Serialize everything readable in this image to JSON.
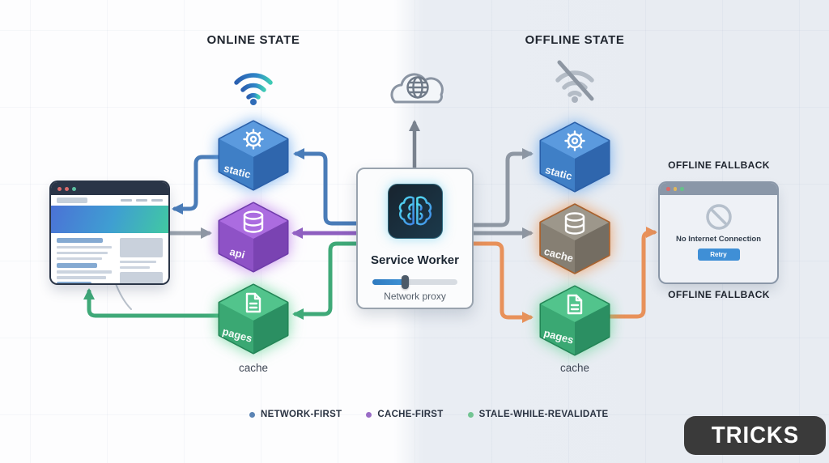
{
  "header": {
    "online_title": "ONLINE STATE",
    "offline_title": "OFFLINE STATE"
  },
  "icons": {
    "online": "wifi-icon",
    "offline": "wifi-off-icon",
    "network": "cloud-globe-icon",
    "worker": "brain-icon",
    "static": "gear-icon",
    "api": "database-icon",
    "pages": "document-icon",
    "fallback": "blocked-circle-icon"
  },
  "service_worker_card": {
    "title": "Service Worker",
    "subtitle": "Network proxy",
    "slider_value_pct": 38
  },
  "cache_groups": {
    "online": {
      "cubes": [
        {
          "label": "static",
          "icon": "gear-icon",
          "color": "#3a7bc8"
        },
        {
          "label": "api",
          "icon": "database-icon",
          "color": "#9255cc"
        },
        {
          "label": "pages",
          "icon": "document-icon",
          "color": "#38a874"
        }
      ],
      "caption": "cache"
    },
    "offline": {
      "cubes": [
        {
          "label": "static",
          "icon": "gear-icon",
          "color": "#3a7bc8"
        },
        {
          "label": "cache",
          "icon": "database-icon",
          "color": "#8b8478",
          "accent": "#b05f2a"
        },
        {
          "label": "pages",
          "icon": "document-icon",
          "color": "#38a874"
        }
      ],
      "caption": "cache"
    }
  },
  "offline_fallback": {
    "title_top": "OFFLINE FALLBACK",
    "title_bottom": "OFFLINE FALLBACK",
    "message": "No Internet Connection",
    "retry_label": "Retry"
  },
  "legend": {
    "items": [
      {
        "label": "NETWORK-FIRST",
        "color": "#5b84b4"
      },
      {
        "label": "CACHE-FIRST",
        "color": "#9a6cc6"
      },
      {
        "label": "STALE-WHILE-REVALIDATE",
        "color": "#72c492"
      }
    ]
  },
  "badge": {
    "label": "TRICKS"
  },
  "colors": {
    "arrow_blue": "#4a7cb8",
    "arrow_gray": "#8e97a3",
    "arrow_purple": "#8e5fc0",
    "arrow_green": "#3fa978",
    "arrow_orange": "#e8915a",
    "bg_left": "#fdfdfe",
    "bg_right": "#e8ecf2"
  }
}
